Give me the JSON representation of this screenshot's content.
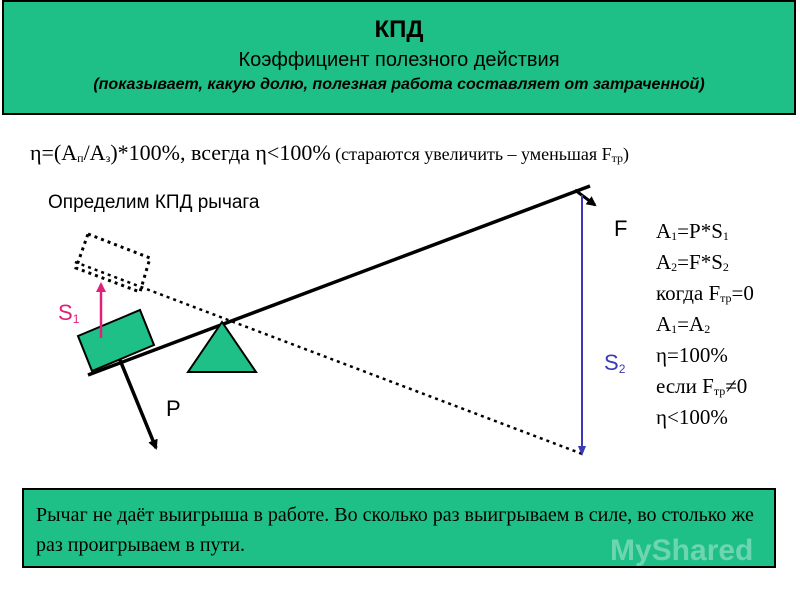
{
  "title": {
    "main": "КПД",
    "sub": "Коэффициент полезного действия",
    "note": "(показывает, какую долю, полезная работа составляет от затраченной)"
  },
  "formula": {
    "eta": "η",
    "eq_open": "=(A",
    "sub_p": "п",
    "slash_a": "/A",
    "sub_z": "з",
    "rest": ")*100%, всегда η<100%",
    "note": " (стараются увеличить – уменьшая F",
    "note_sub": "тр",
    "note_close": ")"
  },
  "heading": "Определим КПД рычага",
  "labels": {
    "S1": "S",
    "S1_sub": "1",
    "S2": "S",
    "S2_sub": "2",
    "F": "F",
    "P": "P"
  },
  "equations": [
    {
      "a": "A",
      "sub": "1",
      "b": "=P*S",
      "sub2": "1",
      "c": ""
    },
    {
      "a": "A",
      "sub": "2",
      "b": "=F*S",
      "sub2": "2",
      "c": ""
    },
    {
      "a": "когда F",
      "sub": "тр",
      "b": "=0",
      "sub2": "",
      "c": ""
    },
    {
      "a": "A",
      "sub": "1",
      "b": "=A",
      "sub2": "2",
      "c": ""
    },
    {
      "a": "η=100%",
      "sub": "",
      "b": "",
      "sub2": "",
      "c": ""
    },
    {
      "a": "если F",
      "sub": "тр",
      "b": "≠0",
      "sub2": "",
      "c": ""
    },
    {
      "a": "η<100%",
      "sub": "",
      "b": "",
      "sub2": "",
      "c": ""
    }
  ],
  "bottom_text": "Рычаг не даёт выигрыша в работе. Во сколько раз выигрываем в силе, во столько же раз проигрываем в пути.",
  "watermark": "MyShared",
  "colors": {
    "panel": "#1fbf88",
    "s1_arrow": "#e0207a",
    "s2_arrow": "#3a3ab8",
    "s2_label": "#3a3ab8",
    "s1_label": "#e0207a"
  }
}
